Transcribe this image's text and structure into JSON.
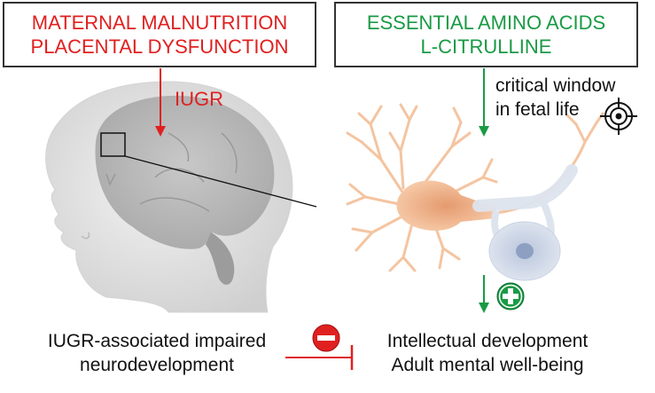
{
  "left_box": {
    "line1": "MATERNAL MALNUTRITION",
    "line2": "PLACENTAL DYSFUNCTION"
  },
  "right_box": {
    "line1": "ESSENTIAL AMINO ACIDS",
    "line2": "L-CITRULLINE"
  },
  "iugr_label": "IUGR",
  "critical_window": {
    "line1": "critical window",
    "line2": "in fetal life"
  },
  "outcome_left": {
    "line1": "IUGR-associated impaired",
    "line2": "neurodevelopment"
  },
  "outcome_right": {
    "line1": "Intellectual development",
    "line2": "Adult mental well-being"
  },
  "colors": {
    "red": "#e02020",
    "green": "#1a9a45",
    "neuron": "#f4c4a0",
    "head": "#e6e6e6"
  },
  "icons": [
    "target-icon",
    "plus-circle-icon",
    "minus-circle-icon"
  ]
}
